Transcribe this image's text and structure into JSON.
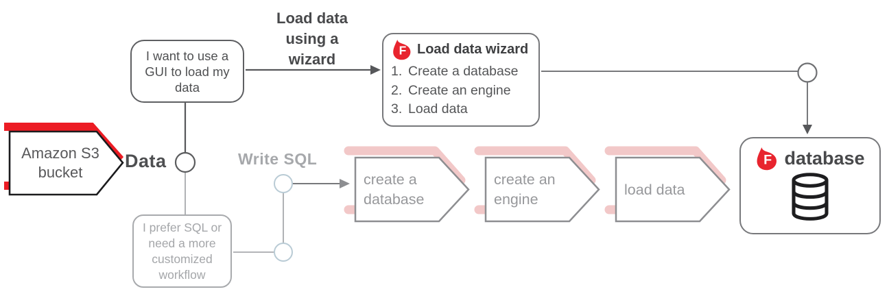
{
  "colors": {
    "red_highlight": "#ec1c24",
    "firebolt_red": "#e8242e",
    "pink_highlight": "#f2c8c8",
    "dark_text": "#4f5052",
    "muted_text": "#97989b",
    "light_gray": "#a8aaad",
    "blue_node": "#b9cbd5"
  },
  "source": {
    "label": "Amazon S3 bucket",
    "data_label": "Data"
  },
  "gui_persona": {
    "text": "I want to use a GUI to load my data"
  },
  "wizard_path": {
    "arrow_label": "Load data using a wizard",
    "box": {
      "title": "Load data wizard",
      "steps": [
        {
          "num": "1.",
          "label": "Create a database"
        },
        {
          "num": "2.",
          "label": "Create an engine"
        },
        {
          "num": "3.",
          "label": "Load data"
        }
      ]
    }
  },
  "sql_persona": {
    "text": "I prefer SQL or need a more customized workflow"
  },
  "sql_path": {
    "label": "Write SQL",
    "steps": [
      {
        "label": "create a database"
      },
      {
        "label": "create an engine"
      },
      {
        "label": "load data"
      }
    ]
  },
  "database": {
    "label": "database"
  },
  "brand": {
    "letter": "F"
  }
}
